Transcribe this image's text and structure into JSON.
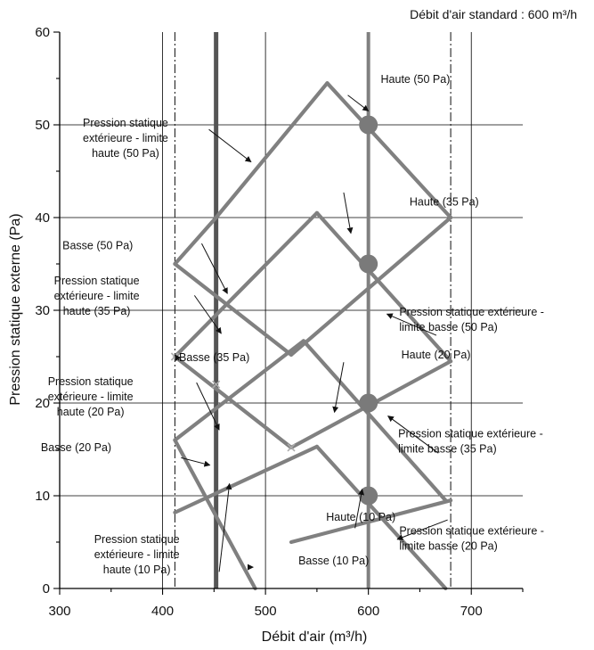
{
  "chart_data": {
    "type": "line",
    "title": "Débit d'air standard : 600 m³/h",
    "xlabel": "Débit d'air (m³/h)",
    "ylabel": "Pression statique externe (Pa)",
    "xlim": [
      300,
      750
    ],
    "ylim": [
      0,
      60
    ],
    "xticks": [
      "300",
      "400",
      "500",
      "600",
      "700"
    ],
    "yticks": [
      "0",
      "10",
      "20",
      "30",
      "40",
      "50",
      "60"
    ],
    "grid": true,
    "colors": {
      "series": "#808080",
      "thick_line": "#555555",
      "marker": "#7a7a7a",
      "grid": "#000000"
    },
    "vlines": [
      {
        "x": 412,
        "style": "dash-dot"
      },
      {
        "x": 452,
        "style": "solid-thick"
      },
      {
        "x": 600,
        "style": "solid"
      },
      {
        "x": 680,
        "style": "dash-dot"
      }
    ],
    "series": [
      {
        "name": "Pression statique extérieure - limite haute (50 Pa)",
        "x": [
          452,
          560
        ],
        "y": [
          40,
          54.5
        ]
      },
      {
        "name": "Haute (50 Pa)",
        "x": [
          560,
          680
        ],
        "y": [
          54.5,
          40
        ]
      },
      {
        "name": "Basse (50 Pa)",
        "x": [
          412,
          452
        ],
        "y": [
          35,
          40
        ]
      },
      {
        "name": "Pression statique extérieure - limite basse (50 Pa)",
        "x": [
          525,
          680
        ],
        "y": [
          25.2,
          40
        ]
      },
      {
        "name": "Pression statique extérieure - limite haute (35 Pa)",
        "x": [
          412,
          550
        ],
        "y": [
          25,
          40.5
        ]
      },
      {
        "name": "Haute (35 Pa)",
        "x": [
          550,
          680
        ],
        "y": [
          40.5,
          24.5
        ]
      },
      {
        "name": "Basse (35 Pa)",
        "x": [
          412,
          525
        ],
        "y": [
          35,
          25.2
        ]
      },
      {
        "name": "Pression statique extérieure - limite basse (35 Pa)",
        "x": [
          525,
          680
        ],
        "y": [
          15.2,
          24.5
        ]
      },
      {
        "name": "Pression statique extérieure - limite haute (20 Pa)",
        "x": [
          412,
          537
        ],
        "y": [
          16,
          26.7
        ]
      },
      {
        "name": "Haute (20 Pa)",
        "x": [
          537,
          675
        ],
        "y": [
          26.7,
          9.5
        ]
      },
      {
        "name": "Basse (20 Pa)",
        "x": [
          412,
          525
        ],
        "y": [
          25,
          15.2
        ]
      },
      {
        "name": "Pression statique extérieure - limite basse (20 Pa)",
        "x": [
          525,
          680
        ],
        "y": [
          5,
          9.5
        ]
      },
      {
        "name": "Pression statique extérieure - limite haute (10 Pa)",
        "x": [
          412,
          550
        ],
        "y": [
          8.2,
          15.3
        ]
      },
      {
        "name": "Haute (10 Pa)",
        "x": [
          550,
          675
        ],
        "y": [
          15.3,
          0
        ]
      },
      {
        "name": "Basse (10 Pa)",
        "x": [
          412,
          490
        ],
        "y": [
          16,
          0
        ]
      }
    ],
    "points": [
      {
        "x": 600,
        "y": 50
      },
      {
        "x": 600,
        "y": 35
      },
      {
        "x": 600,
        "y": 20
      },
      {
        "x": 600,
        "y": 10
      }
    ],
    "crosses": [
      {
        "x": 412,
        "y": 25
      },
      {
        "x": 452,
        "y": 22
      },
      {
        "x": 525,
        "y": 15.2
      }
    ],
    "annotations": [
      {
        "lines": [
          "Haute (50 Pa)"
        ],
        "anchor": "start",
        "text_at": [
          612,
          54.5
        ],
        "from": [
          580,
          53.2
        ],
        "to": [
          600,
          51.5
        ]
      },
      {
        "lines": [
          "Pression statique",
          "extérieure - limite",
          "haute (50 Pa)"
        ],
        "anchor": "middle",
        "text_at": [
          364,
          49.8
        ],
        "from": [
          445,
          49.5
        ],
        "to": [
          486,
          46
        ]
      },
      {
        "lines": [
          "Haute (35 Pa)"
        ],
        "anchor": "start",
        "text_at": [
          640,
          41.3
        ],
        "from": [
          576,
          42.7
        ],
        "to": [
          583,
          38.3
        ]
      },
      {
        "lines": [
          "Basse (50 Pa)"
        ],
        "anchor": "middle",
        "text_at": [
          337,
          36.6
        ],
        "from": [
          438,
          37.2
        ],
        "to": [
          463,
          31.8
        ]
      },
      {
        "lines": [
          "Pression statique",
          "extérieure - limite",
          "haute (35 Pa)"
        ],
        "anchor": "middle",
        "text_at": [
          336,
          32.8
        ],
        "from": [
          431,
          31.6
        ],
        "to": [
          457,
          27.5
        ]
      },
      {
        "lines": [
          "Pression statique extérieure -",
          "limite basse (50 Pa)"
        ],
        "anchor": "start",
        "text_at": [
          630,
          29.4
        ],
        "from": [
          666,
          27.3
        ],
        "to": [
          618,
          29.6
        ]
      },
      {
        "lines": [
          "Basse (35 Pa)"
        ],
        "anchor": "start",
        "text_at": [
          416,
          24.5
        ],
        "from": [
          416,
          24.6
        ],
        "to": [
          412,
          25.2
        ]
      },
      {
        "lines": [
          "Haute (20 Pa)"
        ],
        "anchor": "start",
        "text_at": [
          632,
          24.8
        ],
        "from": [
          576,
          24.4
        ],
        "to": [
          567,
          19
        ]
      },
      {
        "lines": [
          "Pression statique",
          "extérieure - limite",
          "haute (20 Pa)"
        ],
        "anchor": "middle",
        "text_at": [
          330,
          21.9
        ],
        "from": [
          433,
          22.2
        ],
        "to": [
          455,
          17.1
        ]
      },
      {
        "lines": [
          "Pression statique extérieure -",
          "limite basse (35 Pa)"
        ],
        "anchor": "start",
        "text_at": [
          629,
          16.3
        ],
        "from": [
          668,
          14.6
        ],
        "to": [
          619,
          18.6
        ]
      },
      {
        "lines": [
          "Basse (20 Pa)"
        ],
        "anchor": "middle",
        "text_at": [
          316,
          14.8
        ],
        "from": [
          418,
          14.1
        ],
        "to": [
          446,
          13.3
        ]
      },
      {
        "lines": [
          "Haute (10 Pa)"
        ],
        "anchor": "start",
        "text_at": [
          559,
          7.3
        ],
        "from": [
          587,
          6.5
        ],
        "to": [
          594,
          10.7
        ]
      },
      {
        "lines": [
          "Pression statique extérieure -",
          "limite basse (20 Pa)"
        ],
        "anchor": "start",
        "text_at": [
          630,
          5.8
        ],
        "from": [
          677,
          7.4
        ],
        "to": [
          628,
          5.3
        ]
      },
      {
        "lines": [
          "Pression statique",
          "extérieure - limite",
          "haute (10 Pa)"
        ],
        "anchor": "middle",
        "text_at": [
          375,
          4.9
        ],
        "from": [
          455,
          1.8
        ],
        "to": [
          465,
          11.3
        ]
      },
      {
        "lines": [
          "Basse (10 Pa)"
        ],
        "anchor": "start",
        "text_at": [
          532,
          2.6
        ],
        "from": [
          484,
          2.3
        ],
        "to": [
          488,
          2.3
        ]
      }
    ]
  }
}
